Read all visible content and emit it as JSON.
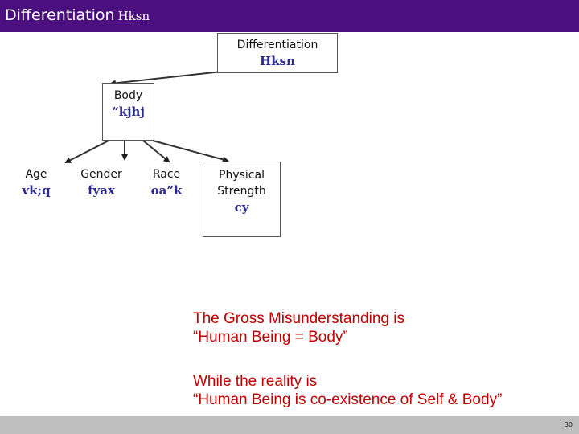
{
  "header": {
    "title_en": "Differentiation",
    "title_hi": "Hksn",
    "bg_color": "#4b0f7f"
  },
  "diagram": {
    "root": {
      "en": "Differentiation",
      "hi": "Hksn"
    },
    "body": {
      "en": "Body",
      "hi": "“kjhj"
    },
    "children": [
      {
        "en": "Age",
        "hi": "vk;q"
      },
      {
        "en": "Gender",
        "hi": "fyax"
      },
      {
        "en": "Race",
        "hi": "oa”k"
      },
      {
        "en_line1": "Physical",
        "en_line2": "Strength",
        "hi": "cy"
      }
    ]
  },
  "notes": {
    "line1": "The Gross Misunderstanding is",
    "line2": "“Human Being = Body”",
    "line3": "While the reality is",
    "line4": "“Human Being is co-existence of Self & Body”",
    "color": "#c00000"
  },
  "footer": {
    "page_number": "30"
  }
}
